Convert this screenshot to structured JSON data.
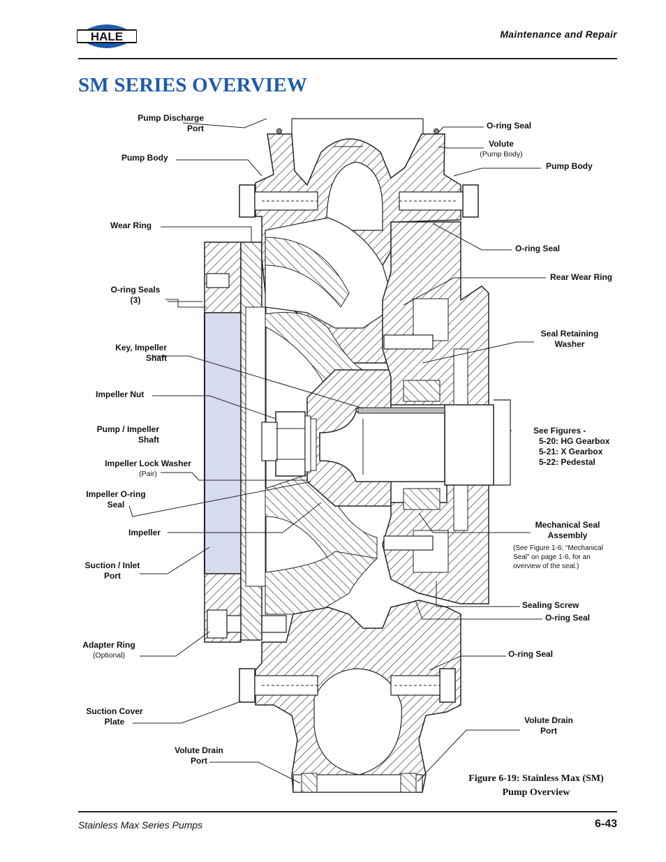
{
  "header": {
    "logo_text": "HALE",
    "section": "Maintenance and Repair"
  },
  "title": "SM SERIES OVERVIEW",
  "labels": {
    "pump_discharge_port": "Pump Discharge\nPort",
    "oring_seal_top": "O-ring Seal",
    "volute": "Volute",
    "volute_sub": "(Pump Body)",
    "pump_body_left": "Pump Body",
    "pump_body_right": "Pump Body",
    "wear_ring": "Wear Ring",
    "oring_seal_mid": "O-ring Seal",
    "rear_wear_ring": "Rear Wear Ring",
    "oring_seals_3": "O-ring Seals\n(3)",
    "seal_retaining_washer": "Seal Retaining\nWasher",
    "key_impeller_shaft": "Key, Impeller\nShaft",
    "impeller_nut": "Impeller Nut",
    "see_figures_title": "See Figures -",
    "see_figures_1": "5-20: HG Gearbox",
    "see_figures_2": "5-21: X Gearbox",
    "see_figures_3": "5-22: Pedestal",
    "pump_impeller_shaft": "Pump / Impeller\nShaft",
    "impeller_lock_washer": "Impeller Lock Washer",
    "impeller_lock_washer_sub": "(Pair)",
    "impeller_oring_seal": "Impeller O-ring\nSeal",
    "mechanical_seal_assembly": "Mechanical Seal\nAssembly",
    "mech_seal_note": "(See Figure 1-6: “Mechanical\nSeal” on page 1-6, for an\noverview of the seal.)",
    "impeller": "Impeller",
    "suction_inlet_port": "Suction / Inlet\nPort",
    "sealing_screw": "Sealing Screw",
    "oring_seal_lower": "O-ring Seal",
    "adapter_ring": "Adapter Ring",
    "adapter_ring_sub": "(Optional)",
    "oring_seal_bottom": "O-ring Seal",
    "suction_cover_plate": "Suction Cover\nPlate",
    "volute_drain_port_right": "Volute Drain\nPort",
    "volute_drain_port_left": "Volute Drain\nPort"
  },
  "figure_caption": "Figure 6-19: Stainless Max (SM)\nPump Overview",
  "footer": {
    "left": "Stainless Max Series Pumps",
    "page": "6-43"
  },
  "colors": {
    "title_blue": "#1e5bab",
    "logo_blue": "#1e5bab",
    "suction_fill": "#d6dbee"
  }
}
